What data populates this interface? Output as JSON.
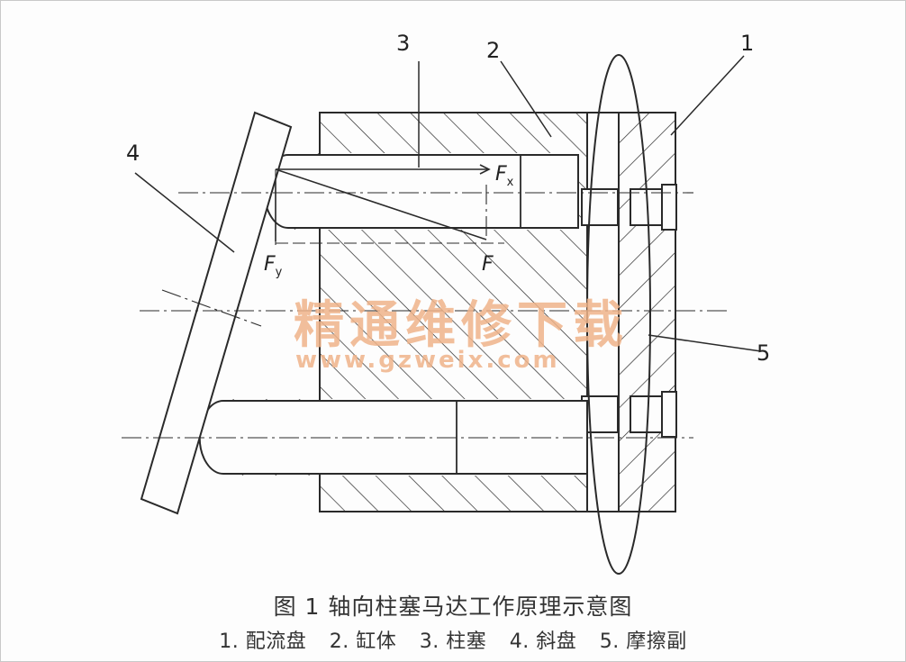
{
  "diagram": {
    "title": "图 1   轴向柱塞马达工作原理示意图",
    "legend": [
      "1. 配流盘",
      "2. 缸体",
      "3. 柱塞",
      "4. 斜盘",
      "5. 摩擦副"
    ],
    "part_labels": {
      "valve_plate": "1",
      "cylinder_block": "2",
      "piston": "3",
      "swash_plate": "4",
      "friction_pair": "5"
    },
    "forces": {
      "axial": {
        "symbol": "F",
        "subscript": "x"
      },
      "radial": {
        "symbol": "F",
        "subscript": "y"
      },
      "resultant": {
        "symbol": "F"
      }
    }
  },
  "watermark": {
    "text": "精通维修下载",
    "url": "www.gzweix.com",
    "color": "#f0b48a"
  },
  "colors": {
    "line": "#2a2a2a",
    "text": "#333333",
    "background": "#fdfdfd"
  }
}
